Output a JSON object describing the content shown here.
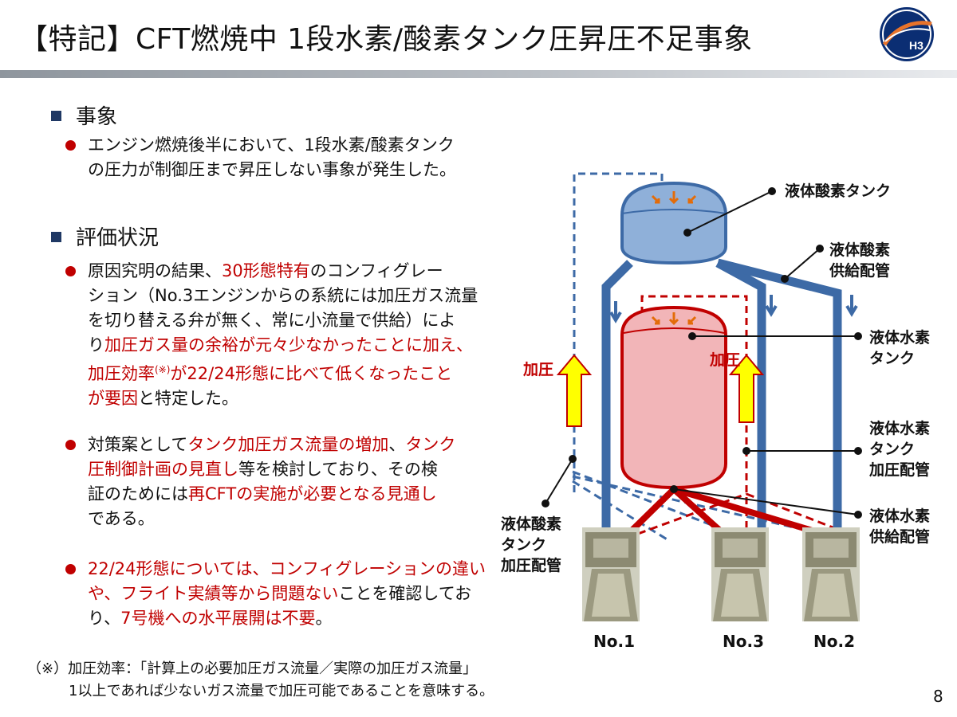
{
  "title": "【特記】CFT燃焼中 1段水素/酸素タンク圧昇圧不足事象",
  "logo": {
    "text": "H3",
    "icon": "h3-logo-icon"
  },
  "section_event": {
    "heading": "事象",
    "bullet": [
      "エンジン燃焼後半において、1段水素/酸素タンク",
      "の圧力が制御圧まで昇圧しない事象が発生した。"
    ]
  },
  "section_eval": {
    "heading": "評価状況",
    "b1": {
      "l1a": "原因究明の結果、",
      "l1b": "30形態特有",
      "l1c": "のコンフィグレー",
      "l2": "ション（No.3エンジンからの系統には加圧ガス流量",
      "l3": "を切り替える弁が無く、常に小流量で供給）によ",
      "l4a": "り",
      "l4b": "加圧ガス量の余裕が元々少なかったことに加え、",
      "l5a": "加圧効率",
      "l5sup": "(※)",
      "l5b": "が22/24形態に比べて低くなったこと",
      "l6a": "が要因",
      "l6b": "と特定した。"
    },
    "b2": {
      "l1a": "対策案として",
      "l1b": "タンク加圧ガス流量の増加",
      "l1c": "、",
      "l1d": "タンク",
      "l2a": "圧制御計画の見直し",
      "l2b": "等を検討しており、その検",
      "l3a": "証のためには",
      "l3b": "再CFTの実施が必要となる見通し",
      "l4": "である。"
    },
    "b3": {
      "l1": "22/24形態については、コンフィグレーションの違い",
      "l2a": "や、フライト実績等から",
      "l2b": "問題ない",
      "l2c": "ことを確認してお",
      "l3a": "り、",
      "l3b": "7号機への水平展開は不要",
      "l3c": "。"
    }
  },
  "footnote": {
    "l1": "（※）加圧効率：「計算上の必要加圧ガス流量／実際の加圧ガス流量」",
    "l2": "1以上であれば少ないガス流量で加圧可能であることを意味する。"
  },
  "page_number": "8",
  "diagram": {
    "lox_tank": "液体酸素タンク",
    "lox_feed": [
      "液体酸素",
      "供給配管"
    ],
    "lh2_tank": [
      "液体水素",
      "タンク"
    ],
    "lh2_press": [
      "液体水素",
      "タンク",
      "加圧配管"
    ],
    "lh2_feed": [
      "液体水素",
      "供給配管"
    ],
    "lox_press": [
      "液体酸素",
      "タンク",
      "加圧配管"
    ],
    "press_left": "加圧",
    "press_mid": "加圧",
    "engines": [
      "No.1",
      "No.3",
      "No.2"
    ],
    "colors": {
      "blue": "#3d6aa6",
      "red": "#c00000",
      "yellow": "#ffff00",
      "lox_fill": "#8fb0d9",
      "lh2_fill": "#f2b5b8"
    }
  }
}
